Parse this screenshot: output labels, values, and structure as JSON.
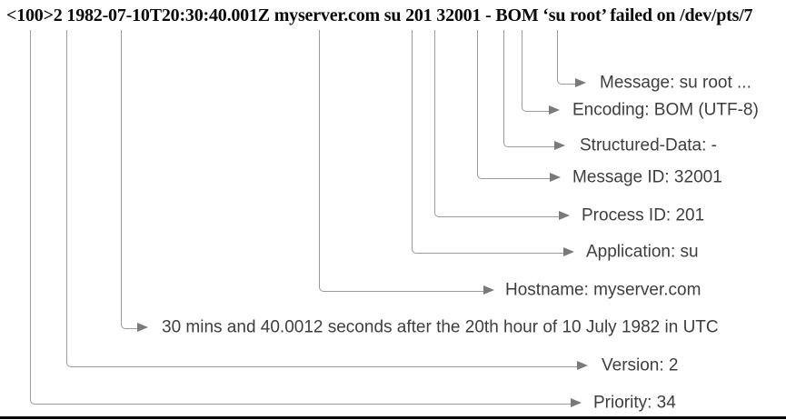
{
  "colors": {
    "background": "#ffffff",
    "line": "#9b9b9b",
    "arrow": "#7a7a7a",
    "label-text": "#3e3e3e",
    "message-text": "#0a0a0a",
    "rule": "#000000"
  },
  "syslog_message": {
    "text": "<100>2 1982-07-10T20:30:40.001Z myserver.com su 201 32001 - BOM ‘su root’ failed on /dev/pts/7"
  },
  "fields": [
    {
      "id": "message",
      "label": "Message: su root ..."
    },
    {
      "id": "encoding",
      "label": "Encoding: BOM (UTF-8)"
    },
    {
      "id": "structured-data",
      "label": "Structured-Data: -"
    },
    {
      "id": "message-id",
      "label": "Message ID: 32001"
    },
    {
      "id": "process-id",
      "label": "Process ID: 201"
    },
    {
      "id": "application",
      "label": "Application: su"
    },
    {
      "id": "hostname",
      "label": "Hostname: myserver.com"
    },
    {
      "id": "timestamp",
      "label": "30 mins and 40.0012 seconds after the 20th hour of 10 July 1982 in UTC"
    },
    {
      "id": "version",
      "label": "Version: 2"
    },
    {
      "id": "priority",
      "label": "Priority: 34"
    }
  ]
}
